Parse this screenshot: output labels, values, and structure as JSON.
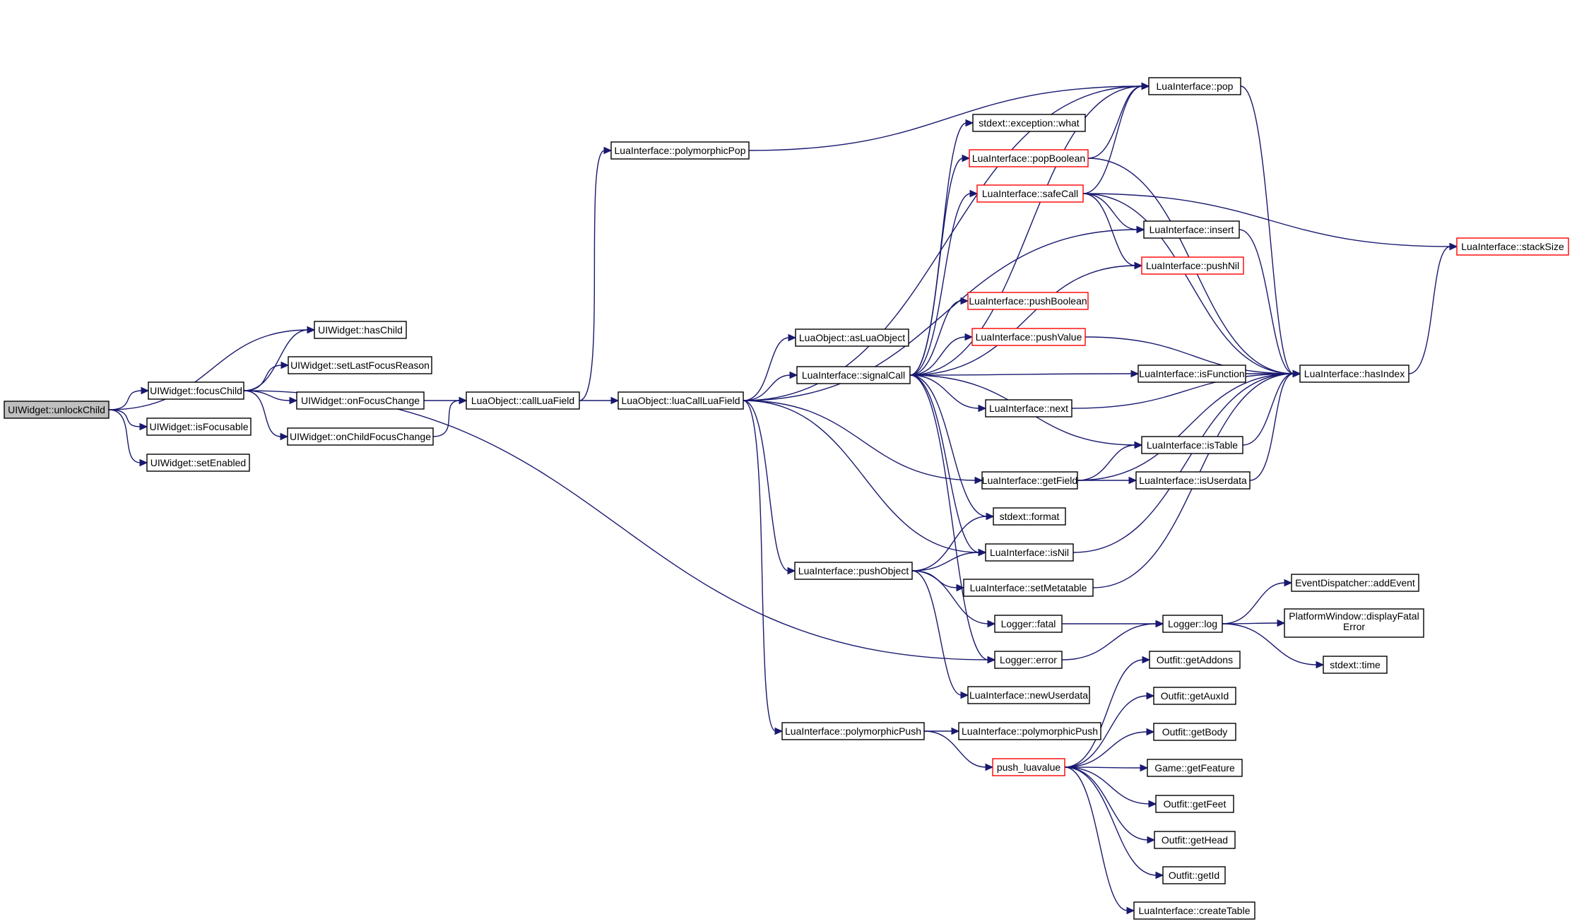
{
  "diagram": {
    "colors": {
      "edge": "#191970",
      "node_border": "#000000",
      "truncated_border": "#ff0000",
      "root_fill": "#bfbfbf"
    },
    "nodes": [
      {
        "id": "unlockChild",
        "label": "UIWidget::unlockChild",
        "root": true
      },
      {
        "id": "focusChild",
        "label": "UIWidget::focusChild"
      },
      {
        "id": "hasChild",
        "label": "UIWidget::hasChild"
      },
      {
        "id": "setLastFocusReason",
        "label": "UIWidget::setLastFocusReason"
      },
      {
        "id": "onFocusChange",
        "label": "UIWidget::onFocusChange"
      },
      {
        "id": "onChildFocusChange",
        "label": "UIWidget::onChildFocusChange"
      },
      {
        "id": "isFocusable",
        "label": "UIWidget::isFocusable"
      },
      {
        "id": "setEnabled",
        "label": "UIWidget::setEnabled"
      },
      {
        "id": "callLuaField",
        "label": "LuaObject::callLuaField"
      },
      {
        "id": "polymorphicPop",
        "label": "LuaInterface::polymorphicPop"
      },
      {
        "id": "luaCallLuaField",
        "label": "LuaObject::luaCallLuaField"
      },
      {
        "id": "asLuaObject",
        "label": "LuaObject::asLuaObject"
      },
      {
        "id": "signalCall",
        "label": "LuaInterface::signalCall"
      },
      {
        "id": "pushObject",
        "label": "LuaInterface::pushObject"
      },
      {
        "id": "polymorphicPushA",
        "label": "LuaInterface::polymorphicPush"
      },
      {
        "id": "pop",
        "label": "LuaInterface::pop"
      },
      {
        "id": "exceptionWhat",
        "label": "stdext::exception::what"
      },
      {
        "id": "popBoolean",
        "label": "LuaInterface::popBoolean",
        "truncated": true
      },
      {
        "id": "safeCall",
        "label": "LuaInterface::safeCall",
        "truncated": true
      },
      {
        "id": "insert",
        "label": "LuaInterface::insert"
      },
      {
        "id": "pushNil",
        "label": "LuaInterface::pushNil",
        "truncated": true
      },
      {
        "id": "pushBoolean",
        "label": "LuaInterface::pushBoolean",
        "truncated": true
      },
      {
        "id": "pushValue",
        "label": "LuaInterface::pushValue",
        "truncated": true
      },
      {
        "id": "isFunction",
        "label": "LuaInterface::isFunction"
      },
      {
        "id": "hasIndex",
        "label": "LuaInterface::hasIndex"
      },
      {
        "id": "stackSize",
        "label": "LuaInterface::stackSize",
        "truncated": true
      },
      {
        "id": "next",
        "label": "LuaInterface::next"
      },
      {
        "id": "isTable",
        "label": "LuaInterface::isTable"
      },
      {
        "id": "getField",
        "label": "LuaInterface::getField"
      },
      {
        "id": "isUserdata",
        "label": "LuaInterface::isUserdata"
      },
      {
        "id": "format",
        "label": "stdext::format"
      },
      {
        "id": "isNil",
        "label": "LuaInterface::isNil"
      },
      {
        "id": "setMetatable",
        "label": "LuaInterface::setMetatable"
      },
      {
        "id": "fatal",
        "label": "Logger::fatal"
      },
      {
        "id": "log",
        "label": "Logger::log"
      },
      {
        "id": "addEvent",
        "label": "EventDispatcher::addEvent"
      },
      {
        "id": "displayFatalError",
        "label": "PlatformWindow::displayFatal Error",
        "lines": [
          "PlatformWindow::displayFatal",
          "Error"
        ]
      },
      {
        "id": "time",
        "label": "stdext::time"
      },
      {
        "id": "error",
        "label": "Logger::error"
      },
      {
        "id": "newUserdata",
        "label": "LuaInterface::newUserdata"
      },
      {
        "id": "polymorphicPushB",
        "label": "LuaInterface::polymorphicPush"
      },
      {
        "id": "pushLuavalue",
        "label": "push_luavalue",
        "truncated": true
      },
      {
        "id": "getAddons",
        "label": "Outfit::getAddons"
      },
      {
        "id": "getAuxId",
        "label": "Outfit::getAuxId"
      },
      {
        "id": "getBody",
        "label": "Outfit::getBody"
      },
      {
        "id": "getFeature",
        "label": "Game::getFeature"
      },
      {
        "id": "getFeet",
        "label": "Outfit::getFeet"
      },
      {
        "id": "getHead",
        "label": "Outfit::getHead"
      },
      {
        "id": "getId",
        "label": "Outfit::getId"
      },
      {
        "id": "createTable",
        "label": "LuaInterface::createTable"
      }
    ],
    "edges": [
      [
        "unlockChild",
        "focusChild"
      ],
      [
        "unlockChild",
        "hasChild"
      ],
      [
        "unlockChild",
        "isFocusable"
      ],
      [
        "unlockChild",
        "setEnabled"
      ],
      [
        "focusChild",
        "hasChild"
      ],
      [
        "focusChild",
        "setLastFocusReason"
      ],
      [
        "focusChild",
        "onFocusChange"
      ],
      [
        "focusChild",
        "onChildFocusChange"
      ],
      [
        "focusChild",
        "error"
      ],
      [
        "onFocusChange",
        "callLuaField"
      ],
      [
        "onChildFocusChange",
        "callLuaField"
      ],
      [
        "callLuaField",
        "polymorphicPop"
      ],
      [
        "callLuaField",
        "luaCallLuaField"
      ],
      [
        "polymorphicPop",
        "pop"
      ],
      [
        "luaCallLuaField",
        "pop"
      ],
      [
        "luaCallLuaField",
        "insert"
      ],
      [
        "luaCallLuaField",
        "asLuaObject"
      ],
      [
        "luaCallLuaField",
        "signalCall"
      ],
      [
        "luaCallLuaField",
        "getField"
      ],
      [
        "luaCallLuaField",
        "isNil"
      ],
      [
        "luaCallLuaField",
        "pushObject"
      ],
      [
        "luaCallLuaField",
        "polymorphicPushA"
      ],
      [
        "signalCall",
        "pop"
      ],
      [
        "signalCall",
        "exceptionWhat"
      ],
      [
        "signalCall",
        "popBoolean"
      ],
      [
        "signalCall",
        "safeCall"
      ],
      [
        "signalCall",
        "pushNil"
      ],
      [
        "signalCall",
        "pushBoolean"
      ],
      [
        "signalCall",
        "pushValue"
      ],
      [
        "signalCall",
        "isFunction"
      ],
      [
        "signalCall",
        "next"
      ],
      [
        "signalCall",
        "isTable"
      ],
      [
        "signalCall",
        "format"
      ],
      [
        "signalCall",
        "isNil"
      ],
      [
        "signalCall",
        "error"
      ],
      [
        "popBoolean",
        "pop"
      ],
      [
        "popBoolean",
        "hasIndex"
      ],
      [
        "safeCall",
        "pop"
      ],
      [
        "safeCall",
        "insert"
      ],
      [
        "safeCall",
        "pushNil"
      ],
      [
        "safeCall",
        "stackSize"
      ],
      [
        "safeCall",
        "hasIndex"
      ],
      [
        "pop",
        "hasIndex"
      ],
      [
        "insert",
        "hasIndex"
      ],
      [
        "pushValue",
        "hasIndex"
      ],
      [
        "isFunction",
        "hasIndex"
      ],
      [
        "next",
        "hasIndex"
      ],
      [
        "isTable",
        "hasIndex"
      ],
      [
        "isUserdata",
        "hasIndex"
      ],
      [
        "getField",
        "hasIndex"
      ],
      [
        "getField",
        "isTable"
      ],
      [
        "getField",
        "isUserdata"
      ],
      [
        "isNil",
        "hasIndex"
      ],
      [
        "setMetatable",
        "hasIndex"
      ],
      [
        "hasIndex",
        "stackSize"
      ],
      [
        "pushObject",
        "format"
      ],
      [
        "pushObject",
        "isNil"
      ],
      [
        "pushObject",
        "setMetatable"
      ],
      [
        "pushObject",
        "fatal"
      ],
      [
        "pushObject",
        "newUserdata"
      ],
      [
        "fatal",
        "log"
      ],
      [
        "error",
        "log"
      ],
      [
        "log",
        "addEvent"
      ],
      [
        "log",
        "displayFatalError"
      ],
      [
        "log",
        "time"
      ],
      [
        "polymorphicPushA",
        "polymorphicPushB"
      ],
      [
        "polymorphicPushA",
        "pushLuavalue"
      ],
      [
        "pushLuavalue",
        "getAddons"
      ],
      [
        "pushLuavalue",
        "getAuxId"
      ],
      [
        "pushLuavalue",
        "getBody"
      ],
      [
        "pushLuavalue",
        "getFeature"
      ],
      [
        "pushLuavalue",
        "getFeet"
      ],
      [
        "pushLuavalue",
        "getHead"
      ],
      [
        "pushLuavalue",
        "getId"
      ],
      [
        "pushLuavalue",
        "createTable"
      ]
    ]
  }
}
